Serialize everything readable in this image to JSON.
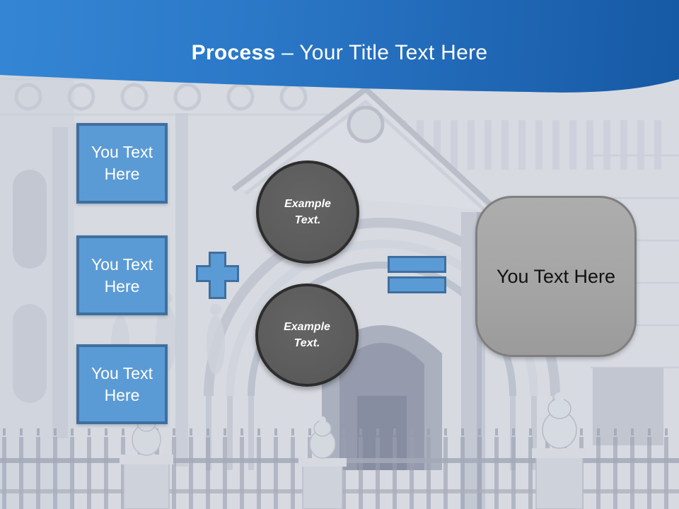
{
  "title": {
    "emphasis": "Process",
    "rest": " – Your Title Text Here",
    "full": "Process – Your Title Text Here"
  },
  "left_boxes": [
    {
      "label": "You Text Here"
    },
    {
      "label": "You Text Here"
    },
    {
      "label": "You Text Here"
    }
  ],
  "circles": [
    {
      "label": "Example Text."
    },
    {
      "label": "Example Text."
    }
  ],
  "operators": [
    {
      "icon": "plus-icon"
    },
    {
      "icon": "equals-icon"
    }
  ],
  "result_box": {
    "label": "You Text Here"
  },
  "background": {
    "description": "faded gothic cathedral facade photo"
  },
  "colors": {
    "accent_blue": "#5B9BD5",
    "accent_blue_border": "#41719C",
    "header_blue_light": "#3486D4",
    "header_blue_dark": "#1659A4",
    "circle_gray": "#5C5C5C",
    "circle_border": "#2D2D2D",
    "result_gray": "#A6A6A6",
    "result_border": "#7F7F7F",
    "title_text": "#FFFFFF",
    "result_text": "#111111"
  }
}
